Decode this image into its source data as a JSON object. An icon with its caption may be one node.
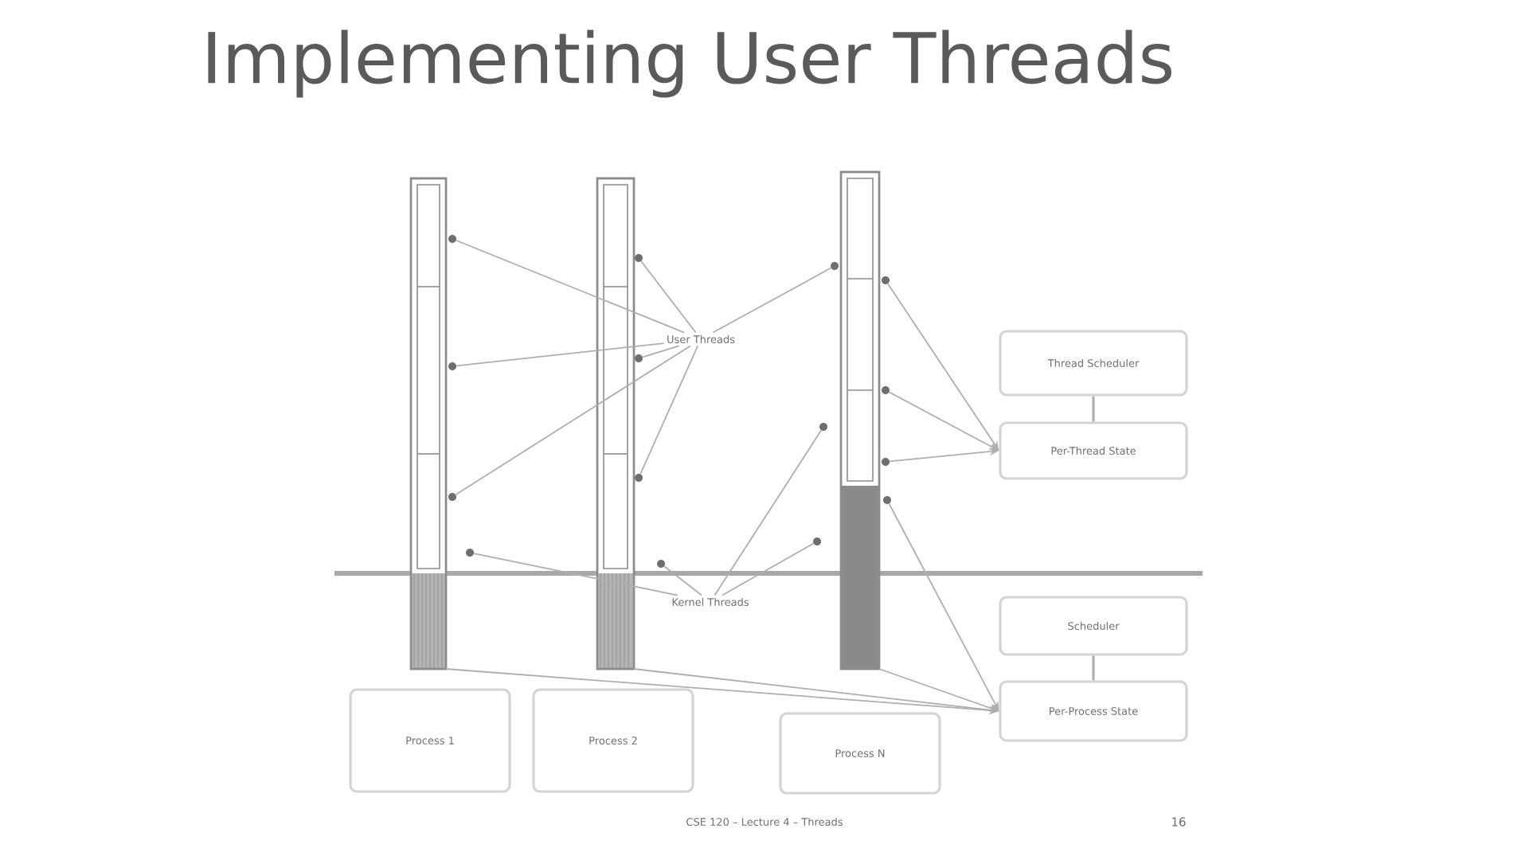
{
  "diagram": {
    "title": "Implementing User Threads",
    "nodes": [
      {
        "text": [],
        "shape": "bar"
      },
      {
        "text": [],
        "shape": "bar"
      },
      {
        "text": [],
        "shape": "bar"
      },
      {
        "text": [],
        "shape": "circle"
      },
      {
        "text": [],
        "shape": "circle"
      },
      {
        "text": [],
        "shape": "circle"
      },
      {
        "text": [],
        "shape": "circle"
      },
      {
        "text": [
          "User Threads"
        ]
      },
      {
        "text": [
          "Thread Scheduler"
        ]
      },
      {
        "text": [],
        "shape": "circle"
      },
      {
        "text": [],
        "shape": "circle"
      },
      {
        "text": [],
        "shape": "circle"
      },
      {
        "text": [],
        "shape": "circle"
      },
      {
        "text": [
          "Per-Thread State"
        ]
      },
      {
        "text": [],
        "shape": "circle"
      },
      {
        "text": [],
        "shape": "circle"
      },
      {
        "text": [],
        "shape": "circle"
      },
      {
        "text": [],
        "shape": "circle"
      },
      {
        "text": [],
        "shape": "circle"
      },
      {
        "text": [],
        "shape": "circle"
      },
      {
        "text": [],
        "shape": "circle"
      },
      {
        "text": [
          "Kernel Threads"
        ]
      },
      {
        "text": [
          "Scheduler"
        ]
      },
      {
        "text": [
          "Per-Process State"
        ]
      },
      {
        "text": [
          "Process 1"
        ]
      },
      {
        "text": [
          "Process 2"
        ]
      },
      {
        "text": [
          "Process N"
        ]
      }
    ],
    "edges": [
      {
        "from": 7,
        "to": 3,
        "arrow": "none"
      },
      {
        "from": 7,
        "to": 9,
        "arrow": "none"
      },
      {
        "from": 7,
        "to": 16,
        "arrow": "none"
      },
      {
        "from": 7,
        "to": 4,
        "arrow": "none"
      },
      {
        "from": 7,
        "to": 10,
        "arrow": "none"
      },
      {
        "from": 7,
        "to": 15,
        "arrow": "none"
      },
      {
        "from": 7,
        "to": 5,
        "arrow": "none"
      },
      {
        "from": 6,
        "to": 13,
        "arrow": "to"
      },
      {
        "from": 11,
        "to": 13,
        "arrow": "to"
      },
      {
        "from": 14,
        "to": 13,
        "arrow": "to"
      },
      {
        "from": 8,
        "to": 13,
        "arrow": "none"
      },
      {
        "from": 21,
        "to": 19,
        "arrow": "none"
      },
      {
        "from": 21,
        "to": 20,
        "arrow": "none"
      },
      {
        "from": 21,
        "to": 12,
        "arrow": "none"
      },
      {
        "from": 21,
        "to": 18,
        "arrow": "none"
      },
      {
        "from": 0,
        "to": 23,
        "arrow": "to"
      },
      {
        "from": 1,
        "to": 23,
        "arrow": "to"
      },
      {
        "from": 2,
        "to": 23,
        "arrow": "to"
      },
      {
        "from": 17,
        "to": 23,
        "arrow": "to"
      },
      {
        "from": 22,
        "to": 23,
        "arrow": "none"
      }
    ],
    "labels": [
      "CSE 120 – Lecture 4 – Threads",
      "16"
    ]
  }
}
